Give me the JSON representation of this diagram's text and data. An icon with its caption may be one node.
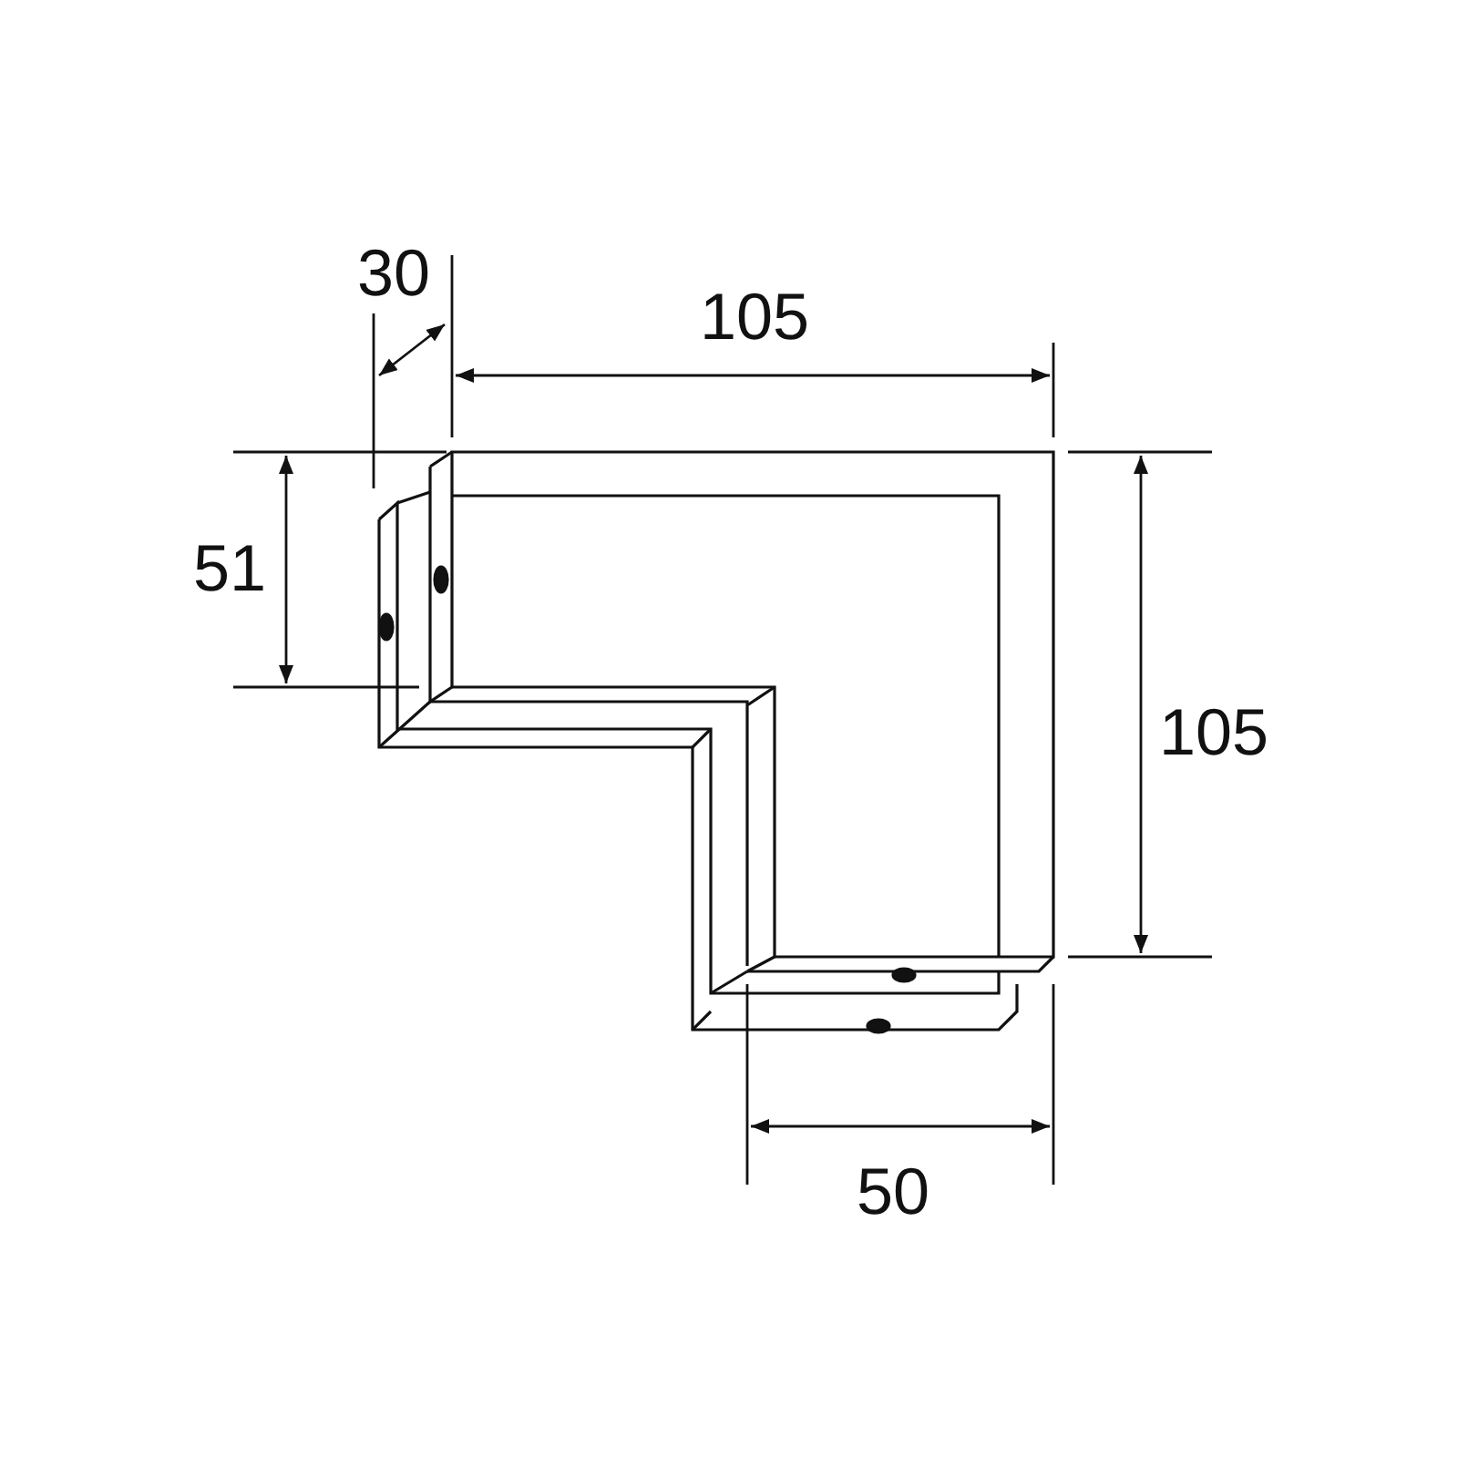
{
  "diagram": {
    "labels": [
      "30",
      "105",
      "51",
      "105",
      "50"
    ]
  }
}
